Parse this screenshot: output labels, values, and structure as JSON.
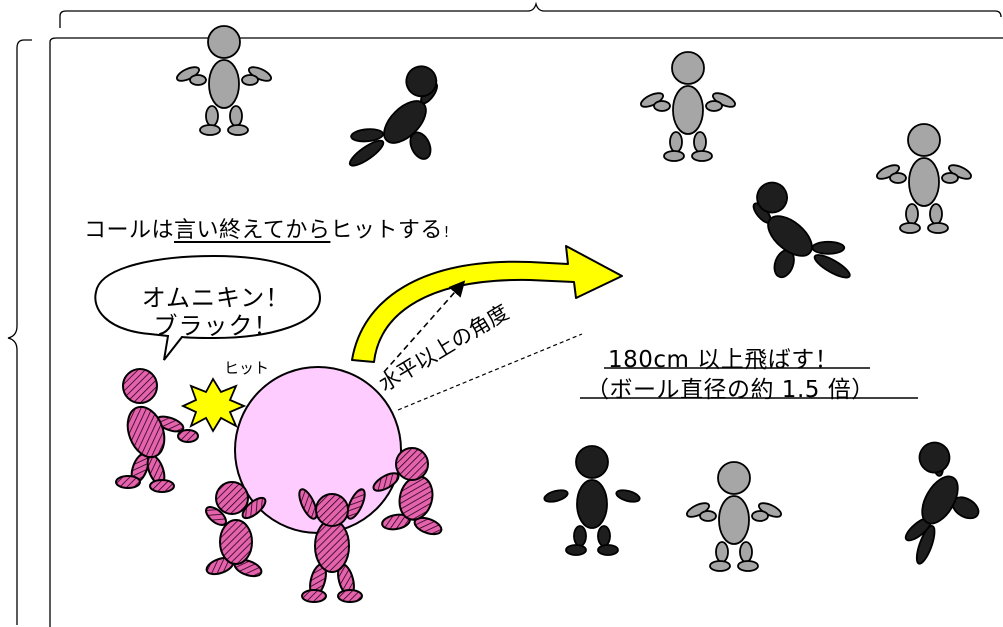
{
  "call_instruction": {
    "prefix": "コールは",
    "underlined": "言い終えてから",
    "suffix": "ヒットする",
    "mark": "！"
  },
  "speech_bubble": {
    "line1": "オムニキン！",
    "line2": "ブラック！"
  },
  "hit_label": "ヒット",
  "angle_label": "水平以上の角度",
  "distance_note": {
    "line1": "180cm 以上飛ばす！",
    "line2": "（ボール直径の約 1.5 倍）"
  },
  "colors": {
    "ball": "#ffccff",
    "arrow": "#ffff00",
    "team_pink": "#e060a8",
    "team_black": "#1e1e1e",
    "team_gray": "#a6a6a6",
    "impact": "#ffff00"
  }
}
